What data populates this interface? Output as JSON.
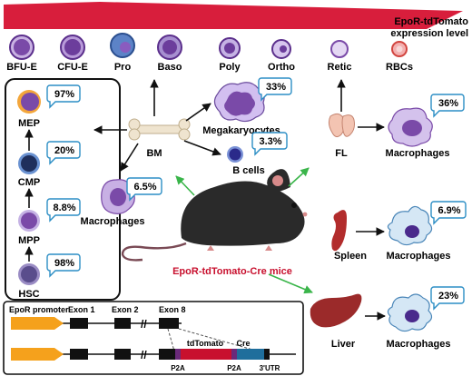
{
  "expression": {
    "label_line1": "EpoR-tdTomato",
    "label_line2": "expression level",
    "bar_color": "#d81e3c"
  },
  "stages": [
    {
      "label": "BFU-E",
      "icon": "bfu-e-cell"
    },
    {
      "label": "CFU-E",
      "icon": "cfu-e-cell"
    },
    {
      "label": "Pro",
      "icon": "proerythroblast-cell"
    },
    {
      "label": "Baso",
      "icon": "basophilic-erythroblast-cell"
    },
    {
      "label": "Poly",
      "icon": "polychromatic-erythroblast-cell"
    },
    {
      "label": "Ortho",
      "icon": "orthochromatic-erythroblast-cell"
    },
    {
      "label": "Retic",
      "icon": "reticulocyte-cell"
    },
    {
      "label": "RBCs",
      "icon": "red-blood-cell"
    }
  ],
  "progenitors": [
    {
      "label": "MEP",
      "percent": "97%"
    },
    {
      "label": "CMP",
      "percent": "20%"
    },
    {
      "label": "MPP",
      "percent": "8.8%"
    },
    {
      "label": "HSC",
      "percent": "98%"
    }
  ],
  "bm": {
    "label": "BM",
    "megakaryocytes": {
      "label": "Megakaryocytes",
      "percent": "33%"
    },
    "b_cells": {
      "label": "B cells",
      "percent": "3.3%"
    },
    "macrophages": {
      "label": "Macrophages",
      "percent": "6.5%"
    }
  },
  "fl": {
    "label": "FL",
    "macrophages": {
      "label": "Macrophages",
      "percent": "36%"
    }
  },
  "spleen": {
    "label": "Spleen",
    "macrophages": {
      "label": "Macrophages",
      "percent": "6.9%"
    }
  },
  "liver": {
    "label": "Liver",
    "macrophages": {
      "label": "Macrophages",
      "percent": "23%"
    }
  },
  "mouse": {
    "label": "EpoR-tdTomato-Cre mice"
  },
  "construct": {
    "promoter": "EpoR promoter",
    "exon1": "Exon 1",
    "exon2": "Exon 2",
    "exon8": "Exon 8",
    "tdtomato": "tdTomato",
    "cre": "Cre",
    "p2a_1": "P2A",
    "p2a_2": "P2A",
    "utr": "3'UTR",
    "break_mark": "//"
  },
  "colors": {
    "purple": "#7a4aa8",
    "light_purple": "#c8b0e0",
    "arrow_green": "#3ab54a",
    "tomato": "#c8102e",
    "cre_blue": "#1f6e9c",
    "promoter_orange": "#f5a11c"
  }
}
